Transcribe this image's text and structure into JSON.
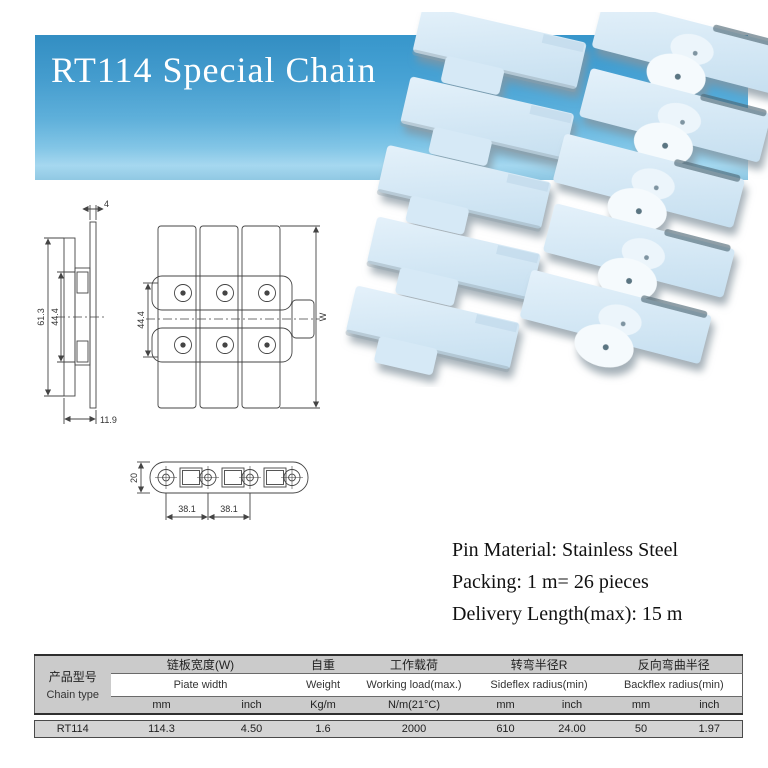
{
  "banner": {
    "title": "RT114 Special Chain",
    "color_top": "#3796cb",
    "color_bottom": "#9fd4ee"
  },
  "photo": {
    "description": "two strands of light-blue plastic flat-top conveyor chain",
    "plate_color": "#d9eaf6"
  },
  "drawings": {
    "side_view": {
      "dim_top": "4",
      "dim_outer_height": "61.3",
      "dim_inner_height": "44.4",
      "dim_bottom": "11.9"
    },
    "plan_view": {
      "dim_width": "44.4",
      "dim_overall": "W"
    },
    "pitch_view": {
      "dim_height": "20",
      "dim_pitch_1": "38.1",
      "dim_pitch_2": "38.1"
    }
  },
  "specs": {
    "lines": [
      "Pin Material: Stainless Steel",
      "Packing: 1 m= 26 pieces",
      "Delivery Length(max): 15 m"
    ]
  },
  "table": {
    "product": {
      "zh": "产品型号",
      "en": "Chain type"
    },
    "groups": [
      {
        "zh": "链板宽度(W)",
        "en": "Piate width"
      },
      {
        "zh": "自重",
        "en": "Weight"
      },
      {
        "zh": "工作载荷",
        "en": "Working load(max.)"
      },
      {
        "zh": "转弯半径R",
        "en": "Sideflex radius(min)"
      },
      {
        "zh": "反向弯曲半径",
        "en": "Backflex radius(min)"
      }
    ],
    "units": [
      "mm",
      "inch",
      "Kg/m",
      "N/m(21°C)",
      "mm",
      "inch",
      "mm",
      "inch"
    ],
    "rows": [
      [
        "RT114",
        "114.3",
        "4.50",
        "1.6",
        "2000",
        "610",
        "24.00",
        "50",
        "1.97"
      ]
    ]
  }
}
